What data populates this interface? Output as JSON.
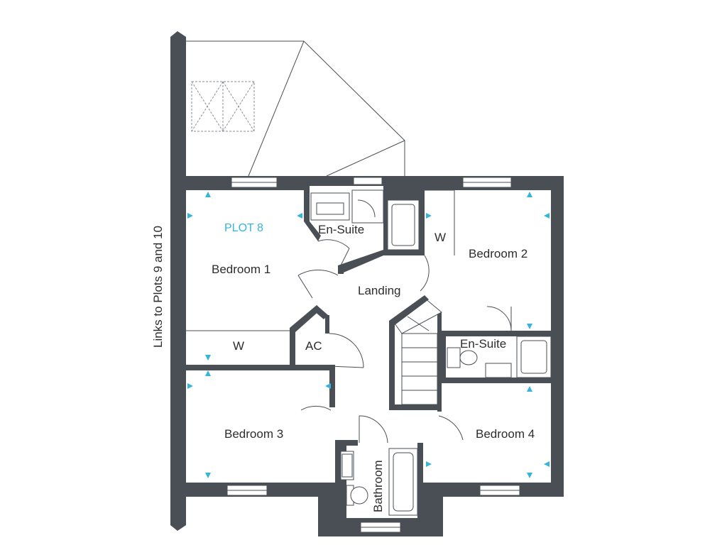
{
  "plan": {
    "plot_label": "PLOT 8",
    "side_note": "Links to Plots 9 and 10",
    "rooms": {
      "bedroom1": "Bedroom 1",
      "bedroom2": "Bedroom 2",
      "bedroom3": "Bedroom 3",
      "bedroom4": "Bedroom 4",
      "ensuite_top": "En-Suite",
      "ensuite_right": "En-Suite",
      "landing": "Landing",
      "bathroom": "Bathroom",
      "wardrobe1": "W",
      "wardrobe2": "W",
      "airing_cupboard": "AC"
    },
    "colors": {
      "wall": "#4a4f55",
      "dimension_marker": "#36b4dc"
    }
  }
}
